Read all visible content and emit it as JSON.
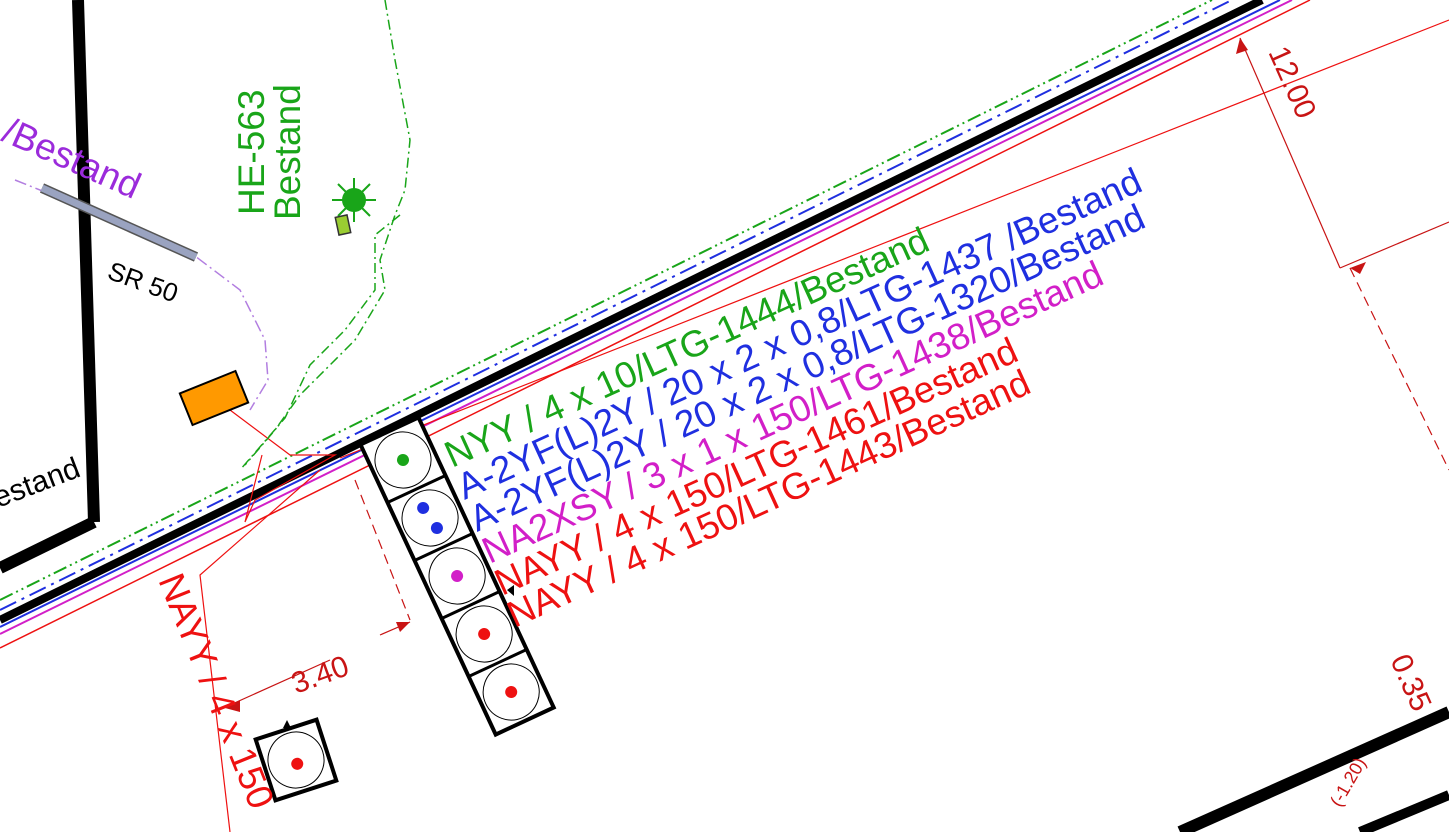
{
  "labels": {
    "purple_bestand": "/Bestand",
    "he563": "HE-563",
    "he563_bestand": "Bestand",
    "sr50": "SR 50",
    "left_bestand": "estand",
    "dim_12": "12.00",
    "dim_340": "3.40",
    "dim_035": "0.35",
    "dim_120": "(-1.20)",
    "nayy_vertical": "NAYY / 4 x 150"
  },
  "cables": [
    {
      "text": "NYY / 4 x 10/LTG-1444/Bestand",
      "color": "#19a519"
    },
    {
      "text": "A-2YF(L)2Y / 20 x 2 x 0,8/LTG-1437 /Bestand",
      "color": "#1f2fe0"
    },
    {
      "text": "A-2YF(L)2Y / 20 x 2 x 0,8/LTG-1320/Bestand",
      "color": "#1f2fe0"
    },
    {
      "text": "NA2XSY / 3 x 1 x 150/LTG-1438/Bestand",
      "color": "#d21fc8"
    },
    {
      "text": "NAYY / 4 x 150/LTG-1461/Bestand",
      "color": "#ee1111"
    },
    {
      "text": "NAYY / 4 x 150/LTG-1443/Bestand",
      "color": "#ee1111"
    }
  ],
  "colors": {
    "green": "#19a519",
    "blue": "#1f2fe0",
    "magenta": "#d21fc8",
    "red": "#ee1111",
    "purple": "#9b2bdb",
    "dimension": "#c81414",
    "orange": "#ff9900",
    "lime": "#9acd32"
  }
}
